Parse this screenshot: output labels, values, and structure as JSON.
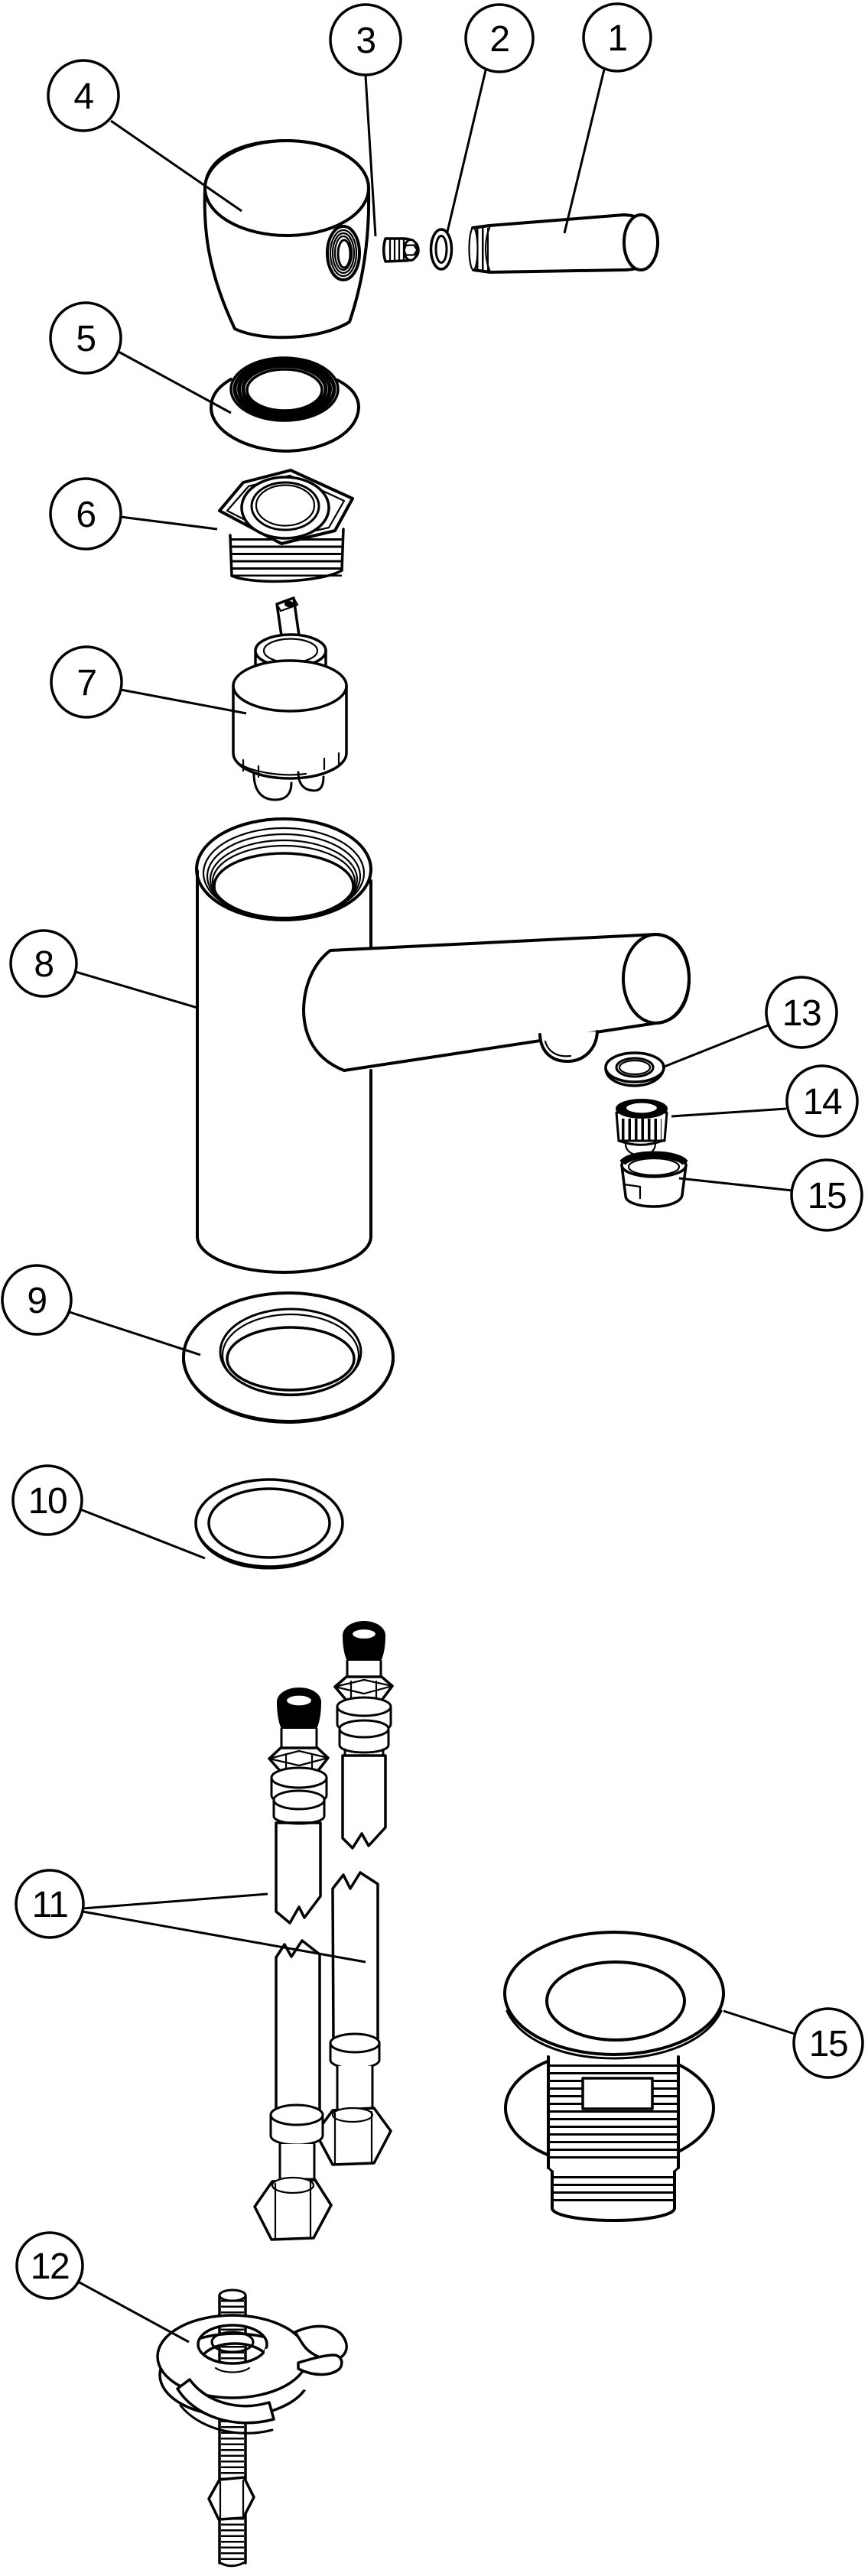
{
  "diagram": {
    "kind": "exploded-parts-diagram",
    "background_color": "#ffffff",
    "line_color": "#000000",
    "callouts": [
      {
        "label": "1",
        "part": "handle-lever-bar"
      },
      {
        "label": "2",
        "part": "handle-o-ring"
      },
      {
        "label": "3",
        "part": "grub-screw"
      },
      {
        "label": "4",
        "part": "handle-body"
      },
      {
        "label": "5",
        "part": "dome-cover-ring"
      },
      {
        "label": "6",
        "part": "cartridge-retaining-nut"
      },
      {
        "label": "7",
        "part": "ceramic-cartridge"
      },
      {
        "label": "8",
        "part": "tap-body-with-spout"
      },
      {
        "label": "9",
        "part": "base-ring"
      },
      {
        "label": "10",
        "part": "base-gasket"
      },
      {
        "label": "11",
        "part": "flexible-inlet-hoses"
      },
      {
        "label": "12",
        "part": "fixing-kit-stud-and-clamp"
      },
      {
        "label": "13",
        "part": "spout-washer"
      },
      {
        "label": "14",
        "part": "aerator-insert"
      },
      {
        "label": "15",
        "part": "aerator-cap"
      },
      {
        "label": "15",
        "part": "slotted-basin-waste"
      }
    ]
  }
}
